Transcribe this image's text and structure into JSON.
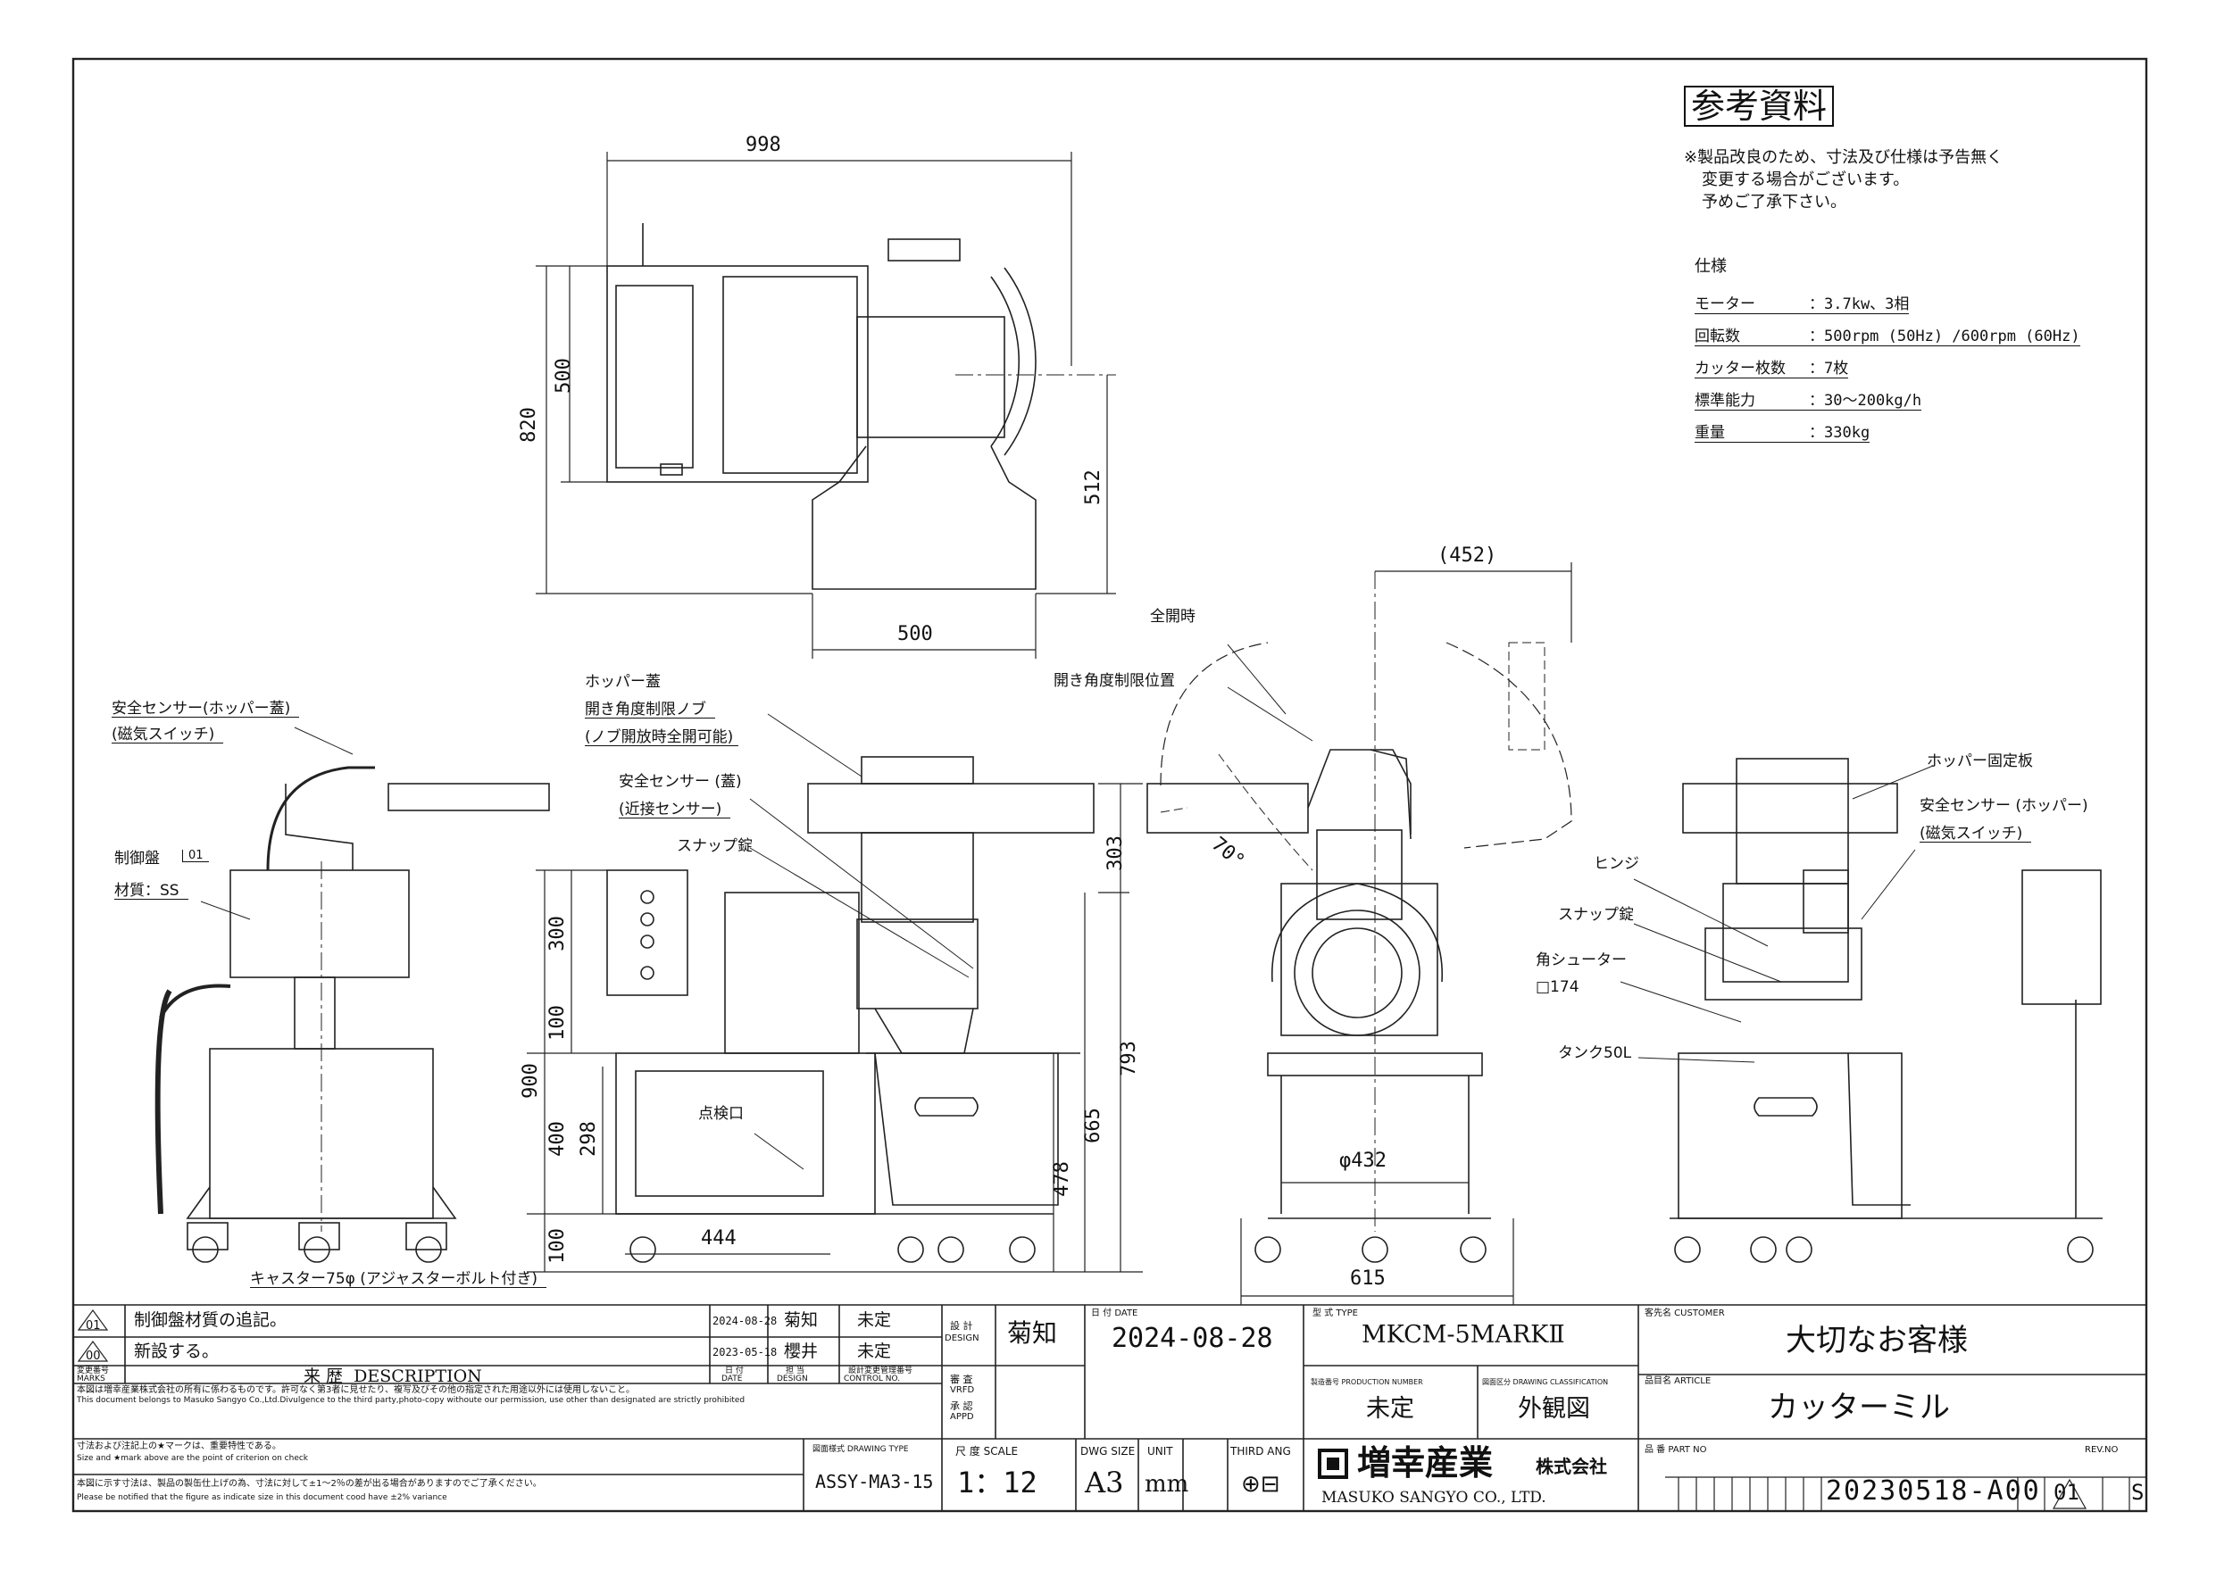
{
  "sheet": {
    "reference_label": "参考資料",
    "note_lines": [
      "※製品改良のため、寸法及び仕様は予告無く",
      "変更する場合がございます。",
      "予めご了承下さい。"
    ]
  },
  "specs": {
    "heading": "仕様",
    "rows": [
      {
        "label": "モーター",
        "value": "：3.7kw、3相"
      },
      {
        "label": "回転数",
        "value": "：500rpm (50Hz) /600rpm (60Hz)"
      },
      {
        "label": "カッター枚数",
        "value": "：7枚"
      },
      {
        "label": "標準能力",
        "value": "：30～200kg/h"
      },
      {
        "label": "重量",
        "value": "：330kg"
      }
    ]
  },
  "dimensions": {
    "top_width": "998",
    "top_height_total": "820",
    "top_height_inner": "500",
    "top_hopper_depth": "512",
    "top_hopper_width": "500",
    "front_303": "303",
    "front_300": "300",
    "front_100_upper": "100",
    "front_900": "900",
    "front_400": "400",
    "front_298": "298",
    "front_100_lower": "100",
    "front_444": "444",
    "front_478": "478",
    "front_665": "665",
    "front_793": "793",
    "side_452": "(452)",
    "side_angle": "70°",
    "side_dia": "φ432",
    "side_615": "615"
  },
  "callouts": {
    "safety_sensor_hopper_lid": "安全センサー(ホッパー蓋)",
    "magnetic_switch_1": "(磁気スイッチ)",
    "control_panel": "制御盤",
    "control_panel_rev": "01",
    "material": "材質：SS",
    "hopper_lid": "ホッパー蓋",
    "open_angle_knob": "開き角度制限ノブ",
    "knob_note": "(ノブ開放時全開可能)",
    "safety_sensor_lid": "安全センサー (蓋)",
    "proximity_sensor": "(近接センサー)",
    "snap_lock_1": "スナップ錠",
    "inspection_port": "点検口",
    "caster": "キャスター75φ (アジャスターボルト付き)",
    "full_open": "全開時",
    "open_angle_limit_pos": "開き角度制限位置",
    "hopper_fix_plate": "ホッパー固定板",
    "safety_sensor_hopper": "安全センサー (ホッパー)",
    "magnetic_switch_2": "(磁気スイッチ)",
    "hinge": "ヒンジ",
    "snap_lock_2": "スナップ錠",
    "square_chute": "角シューター",
    "square_chute_size": "□174",
    "tank": "タンク50L"
  },
  "revisions": [
    {
      "mark": "01",
      "description": "制御盤材質の追記。",
      "date": "2024-08-28",
      "designer": "菊知",
      "control": "未定"
    },
    {
      "mark": "00",
      "description": "新設する。",
      "date": "2023-05-18",
      "designer": "櫻井",
      "control": "未定"
    }
  ],
  "revision_header": {
    "marks_jp": "変更番号",
    "marks_en": "MARKS",
    "desc_jp": "来 歴",
    "desc_en": "DESCRIPTION",
    "date_jp": "日 付",
    "date_en": "DATE",
    "design_jp": "担 当",
    "design_en": "DESIGN",
    "control_jp": "設計変更管理番号",
    "control_en": "CONTROL NO."
  },
  "notes_block": [
    "本図は増幸産業株式会社の所有に係わるものです。許可なく第3者に見せたり、複写及びその他の指定された用途以外には使用しないこと。",
    "This document belongs to Masuko Sangyo Co.,Ltd.Divulgence to the third party,photo-copy withoute our permission, use other than designated are strictly prohibited",
    "寸法および注記上の★マークは、重要特性である。",
    "Size and ★mark above are the point of criterion on check",
    "本図に示す寸法は、製品の製缶仕上げの為、寸法に対して±1～2％の差が出る場合がありますのでご了承ください。",
    "Please be notified that the figure as indicate size in this document cood have ±2% variance"
  ],
  "title_block": {
    "design_label_jp": "設 計",
    "design_label_en": "DESIGN",
    "design_value": "菊知",
    "date_label": "日 付  DATE",
    "date_value": "2024-08-28",
    "check_label_jp": "審 査",
    "check_label_en": "VRFD",
    "approve_label_jp": "承 認",
    "approve_label_en": "APPD",
    "type_label": "型 式  TYPE",
    "type_value": "MKCM-5MARKⅡ",
    "production_label": "製造番号  PRODUCTION NUMBER",
    "production_value": "未定",
    "classification_label": "図面区分  DRAWING CLASSIFICATION",
    "classification_value": "外観図",
    "customer_label": "客先名  CUSTOMER",
    "customer_value": "大切なお客様",
    "article_label": "品目名  ARTICLE",
    "article_value": "カッターミル",
    "drawing_type_label": "図面様式  DRAWING TYPE",
    "drawing_type_value": "ASSY-MA3-15",
    "scale_label": "尺 度  SCALE",
    "scale_value": "1：12",
    "size_label": "DWG SIZE",
    "size_value": "A3",
    "unit_label": "UNIT",
    "unit_value": "mm",
    "angle_label": "THIRD ANG",
    "angle_symbol": "⊕⊟",
    "company_jp": "増幸産業",
    "company_suffix": "株式会社",
    "company_en": "MASUKO SANGYO CO., LTD.",
    "part_label": "品 番  PART NO",
    "rev_label": "REV.NO",
    "part_value": "20230518-A00",
    "rev_value": "01",
    "suffix_value": "S"
  }
}
